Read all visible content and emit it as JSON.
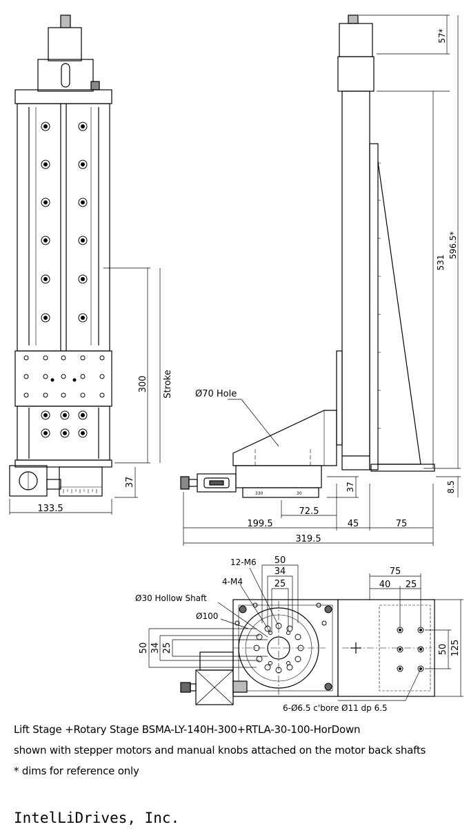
{
  "side_view": {
    "stroke_label": "Stroke",
    "height_dim": "300",
    "base_height_dim": "37",
    "width_dim": "133.5"
  },
  "front_view": {
    "hole_label": "Ø70 Hole",
    "top_dim": "57*",
    "mid_dim": "531",
    "total_dim": "596.5*",
    "base_dim": "37",
    "foot_dim": "8.5",
    "dim_72_5": "72.5",
    "dim_199_5": "199.5",
    "dim_45": "45",
    "dim_75": "75",
    "dim_319_5": "319.5",
    "scale_mark_a": "330",
    "scale_mark_b": "30"
  },
  "top_view": {
    "m6_label": "12-M6",
    "m4_label": "4-M4",
    "hollow_label": "Ø30 Hollow Shaft",
    "dia_label": "Ø100",
    "dim_50_top": "50",
    "dim_34_top": "34",
    "dim_25_top": "25",
    "dim_50_left": "50",
    "dim_34_left": "34",
    "dim_25_left": "25",
    "dim_75": "75",
    "dim_40": "40",
    "dim_25_right": "25",
    "dim_50_right": "50",
    "dim_125": "125",
    "bore_label": "6-Ø6.5 c'bore Ø11 dp 6.5"
  },
  "caption": {
    "line1": "Lift Stage +Rotary Stage BSMA-LY-140H-300+RTLA-30-100-HorDown",
    "line2": "shown with stepper motors and manual knobs attached on the motor back shafts",
    "line3": "* dims for reference only"
  },
  "company": "IntelLiDrives, Inc."
}
